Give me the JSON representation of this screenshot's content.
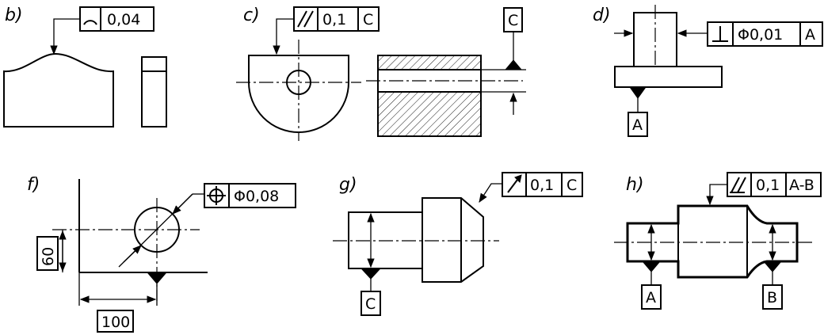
{
  "panels": {
    "b": {
      "label": "b)",
      "frame": {
        "symbol": "profile-of-surface-icon",
        "tolerance": "0,04"
      }
    },
    "c": {
      "label": "c)",
      "frame": {
        "symbol": "parallelism-icon",
        "tolerance": "0,1",
        "datum": "C"
      },
      "datum_label": "C"
    },
    "d": {
      "label": "d)",
      "frame": {
        "symbol": "perpendicularity-icon",
        "tolerance": "Φ0,01",
        "datum": "A"
      },
      "datum_label": "A"
    },
    "f": {
      "label": "f)",
      "frame": {
        "symbol": "position-icon",
        "tolerance": "Φ0,08"
      },
      "dim_vertical": "60",
      "dim_horizontal": "100"
    },
    "g": {
      "label": "g)",
      "frame": {
        "symbol": "circular-runout-icon",
        "tolerance": "0,1",
        "datum": "C"
      },
      "datum_label": "C"
    },
    "h": {
      "label": "h)",
      "frame": {
        "symbol": "total-runout-icon",
        "tolerance": "0,1",
        "datum": "A-B"
      },
      "datum_left": "A",
      "datum_right": "B"
    }
  }
}
